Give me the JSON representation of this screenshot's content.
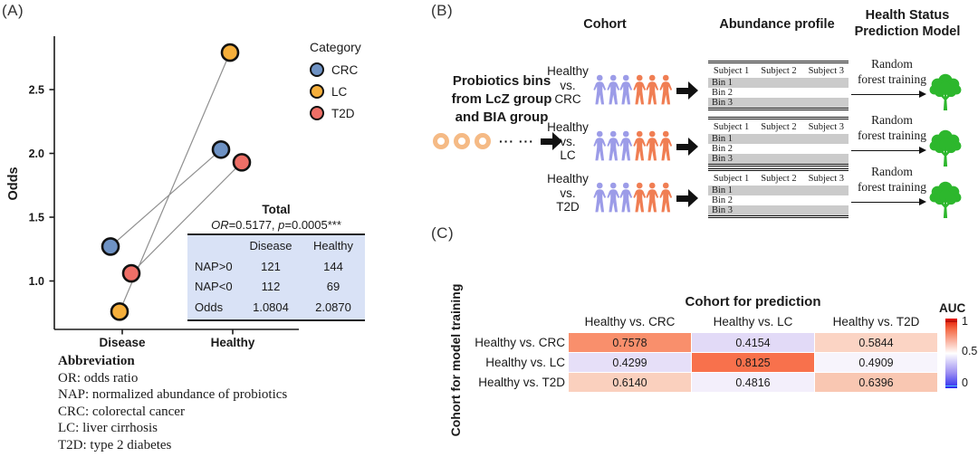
{
  "figure": {
    "panelA_label": "(A)",
    "panelB_label": "(B)",
    "panelC_label": "(C)"
  },
  "colors": {
    "crc": "#6E92C4",
    "lc": "#F6AF3B",
    "t2d": "#EE6F67",
    "person_purple": "#9C9CE8",
    "person_orange": "#F07E53",
    "ring_orange": "#F5BA85",
    "tree_green": "#2DB72D",
    "stats_table_bg": "#D9E2F6",
    "bin_row_gray": "#CBCBCB",
    "heat_high": "#F8714C",
    "heat_low": "#2B2BEF"
  },
  "chart_data": [
    {
      "type": "scatter",
      "subtype": "slope-dumbbell",
      "x_categories": [
        "Disease",
        "Healthy"
      ],
      "ylabel": "Odds",
      "ylim": [
        0.6,
        2.9
      ],
      "yticks": [
        1.0,
        1.5,
        2.0,
        2.5
      ],
      "ytick_labels": [
        "1.0",
        "1.5",
        "2.0",
        "2.5"
      ],
      "legend_title": "Category",
      "series": [
        {
          "name": "CRC",
          "color": "#6E92C4",
          "values": {
            "Disease": 1.27,
            "Healthy": 2.03
          }
        },
        {
          "name": "LC",
          "color": "#F6AF3B",
          "values": {
            "Disease": 0.76,
            "Healthy": 2.79
          }
        },
        {
          "name": "T2D",
          "color": "#EE6F67",
          "values": {
            "Disease": 1.06,
            "Healthy": 1.93
          }
        }
      ],
      "annotation": "Total OR=0.5177, p=0.0005***"
    },
    {
      "type": "heatmap",
      "title": "Cohort for prediction",
      "ylabel": "Cohort for model training",
      "columns": [
        "Healthy vs. CRC",
        "Healthy vs. LC",
        "Healthy vs. T2D"
      ],
      "rows": [
        "Healthy vs. CRC",
        "Healthy vs. LC",
        "Healthy vs. T2D"
      ],
      "values": [
        [
          0.7578,
          0.4154,
          0.5844
        ],
        [
          0.4299,
          0.8125,
          0.4909
        ],
        [
          0.614,
          0.4816,
          0.6396
        ]
      ],
      "labels": [
        [
          "0.7578",
          "0.4154",
          "0.5844"
        ],
        [
          "0.4299",
          "0.8125",
          "0.4909"
        ],
        [
          "0.6140",
          "0.4816",
          "0.6396"
        ]
      ],
      "cell_colors": [
        [
          "#F98F6C",
          "#E2DAF7",
          "#FBD4C4"
        ],
        [
          "#E6DFF8",
          "#F8714C",
          "#F7F4FC"
        ],
        [
          "#FAD0BE",
          "#F3EFFB",
          "#F9C7B2"
        ]
      ],
      "colorbar": {
        "label": "AUC",
        "ticks": [
          1,
          0.5,
          0
        ],
        "range": [
          0,
          1
        ]
      }
    }
  ],
  "panelA": {
    "legend": {
      "title": "Category",
      "items": [
        {
          "label": "CRC"
        },
        {
          "label": "LC"
        },
        {
          "label": "T2D"
        }
      ]
    },
    "annotation": {
      "title": "Total",
      "or_label": "OR",
      "or_value": "=0.5177, ",
      "p_label": "p",
      "p_value": "=0.0005***"
    },
    "stats_table": {
      "col_headers": [
        "Disease",
        "Healthy"
      ],
      "rows": [
        {
          "label": "NAP>0",
          "disease": "121",
          "healthy": "144"
        },
        {
          "label": "NAP<0",
          "disease": "112",
          "healthy": "69"
        },
        {
          "label": "Odds",
          "disease": "1.0804",
          "healthy": "2.0870"
        }
      ]
    },
    "abbreviation": {
      "title": "Abbreviation",
      "lines": [
        "OR: odds ratio",
        "NAP: normalized abundance of probiotics",
        "CRC: colorectal cancer",
        "LC: liver cirrhosis",
        "T2D: type 2 diabetes"
      ]
    }
  },
  "panelB": {
    "headers": {
      "cohort": "Cohort",
      "abundance": "Abundance profile",
      "model_line1": "Health Status",
      "model_line2": "Prediction Model"
    },
    "source_line1": "Probiotics bins",
    "source_line2": "from LcZ group",
    "source_line3": "and BIA group",
    "dots": "··· ···",
    "rows": [
      {
        "line1": "Healthy",
        "line2": "vs.",
        "line3": "CRC"
      },
      {
        "line1": "Healthy",
        "line2": "vs.",
        "line3": "LC"
      },
      {
        "line1": "Healthy",
        "line2": "vs.",
        "line3": "T2D"
      }
    ],
    "bin_table": {
      "subjects": [
        "Subject 1",
        "Subject 2",
        "Subject 3"
      ],
      "bins": [
        "Bin 1",
        "Bin 2",
        "Bin 3"
      ]
    },
    "rf_line1": "Random",
    "rf_line2": "forest training"
  },
  "panelC": {
    "title": "Cohort for prediction",
    "ylabel": "Cohort for model training",
    "col_labels": [
      "Healthy vs. CRC",
      "Healthy vs. LC",
      "Healthy vs. T2D"
    ],
    "row_labels": [
      "Healthy vs. CRC",
      "Healthy vs. LC",
      "Healthy vs. T2D"
    ],
    "colorbar": {
      "label": "AUC",
      "tick_top": "1",
      "tick_mid": "0.5",
      "tick_bottom": "0"
    }
  }
}
